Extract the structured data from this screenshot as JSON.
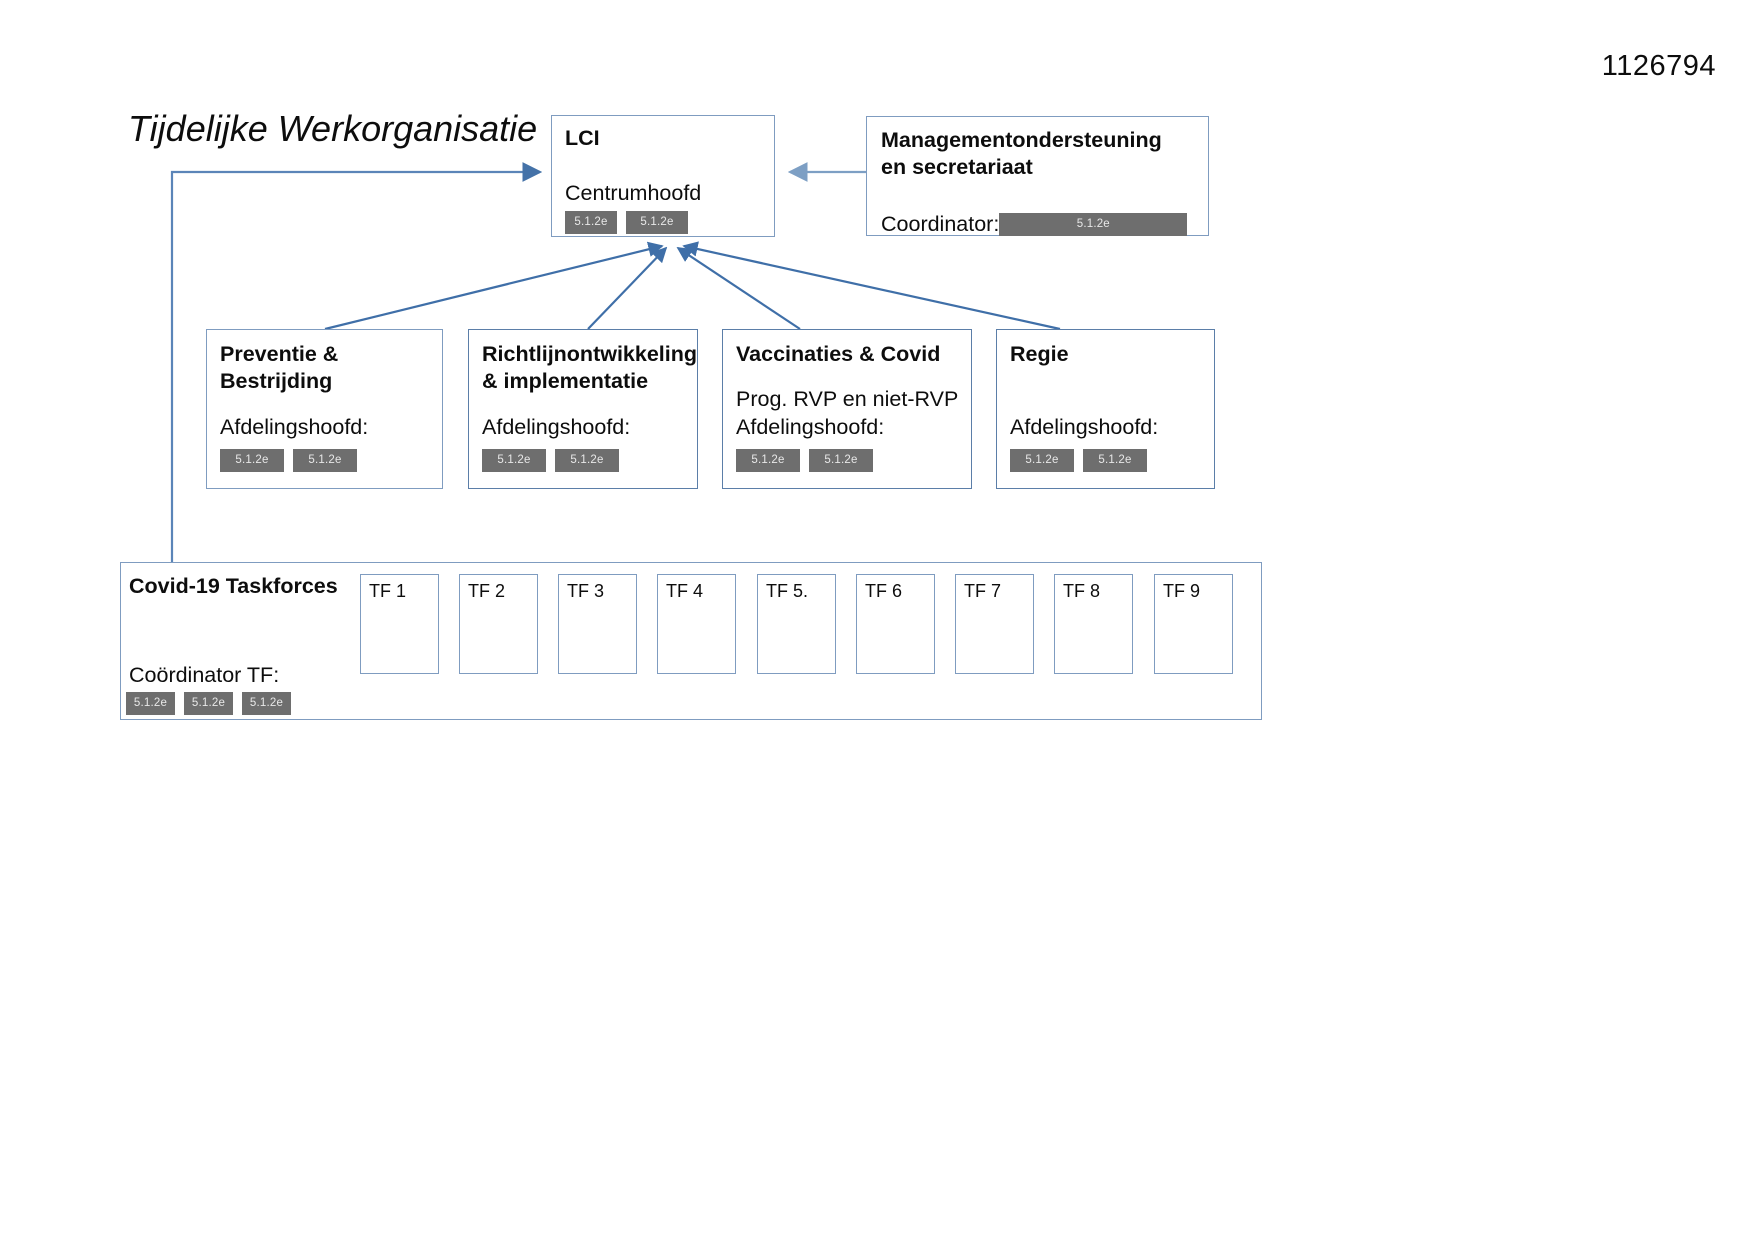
{
  "page": {
    "number": "1126794",
    "title": "Tijdelijke Werkorganisatie"
  },
  "redaction_label": "5.1.2e",
  "colors": {
    "box_border": "#7f9cc0",
    "connector": "#4472a8",
    "redaction_fill": "#6e6e6e",
    "text": "#0d0d0d"
  },
  "lci": {
    "title": "LCI",
    "role_label": "Centrumhoofd",
    "redactions": [
      "5.1.2e",
      "5.1.2e"
    ]
  },
  "management": {
    "title_line1": "Managementondersteuning",
    "title_line2": "en secretariaat",
    "role_label": "Coordinator:",
    "redactions": [
      "5.1.2e"
    ]
  },
  "departments": [
    {
      "title_line1": "Preventie &",
      "title_line2": "Bestrijding",
      "sub_label": "",
      "role_label": "Afdelingshoofd:",
      "redactions": [
        "5.1.2e",
        "5.1.2e"
      ]
    },
    {
      "title_line1": "Richtlijnontwikkeling",
      "title_line2": "& implementatie",
      "sub_label": "",
      "role_label": "Afdelingshoofd:",
      "redactions": [
        "5.1.2e",
        "5.1.2e"
      ]
    },
    {
      "title_line1": "Vaccinaties & Covid",
      "title_line2": "",
      "sub_label": "Prog. RVP en niet-RVP",
      "role_label": "Afdelingshoofd:",
      "redactions": [
        "5.1.2e",
        "5.1.2e"
      ]
    },
    {
      "title_line1": "Regie",
      "title_line2": "",
      "sub_label": "",
      "role_label": "Afdelingshoofd:",
      "redactions": [
        "5.1.2e",
        "5.1.2e"
      ]
    }
  ],
  "taskforces": {
    "title": "Covid-19 Taskforces",
    "coordinator_label": "Coördinator TF:",
    "coordinator_redactions": [
      "5.1.2e",
      "5.1.2e",
      "5.1.2e"
    ],
    "cells": [
      "TF 1",
      "TF 2",
      "TF 3",
      "TF 4",
      "TF 5.",
      "TF 6",
      "TF 7",
      "TF 8",
      "TF 9"
    ]
  }
}
